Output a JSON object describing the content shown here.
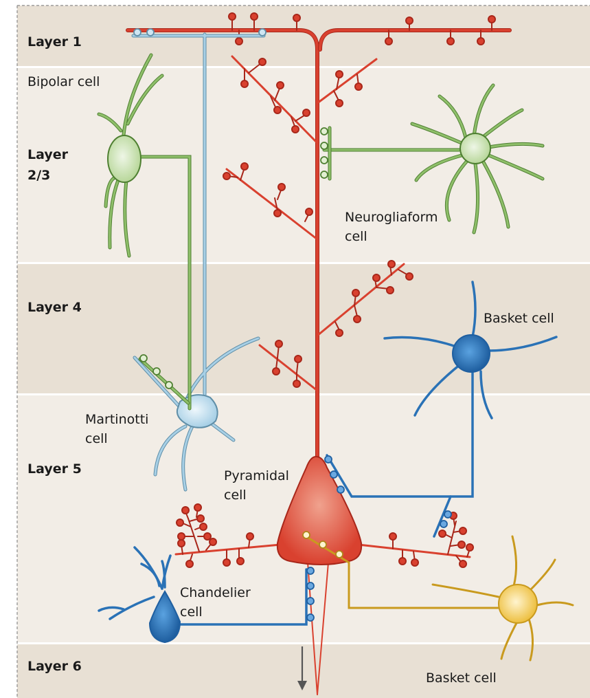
{
  "colors": {
    "band_dark": "#e8e0d4",
    "band_light": "#f2ede6",
    "pyramidal": "#d9412f",
    "pyramidal_soma_light": "#f0a28e",
    "bipolar": "#6aa148",
    "bipolar_soma": "#cfe3bb",
    "neurogliaform": "#6aa148",
    "martinotti": "#8db9cf",
    "martinotti_soma": "#cfe6f2",
    "basket_blue": "#2a72b6",
    "basket_yellow": "#edbf3f",
    "chandelier": "#2a72b6"
  },
  "layers": [
    {
      "label": "Layer 1"
    },
    {
      "label": "Layer\n2/3"
    },
    {
      "label": "Layer 4"
    },
    {
      "label": "Layer 5"
    },
    {
      "label": "Layer 6"
    }
  ],
  "cells": {
    "bipolar": "Bipolar cell",
    "neurogliaform": "Neurogliaform\ncell",
    "basket_upper": "Basket cell",
    "martinotti": "Martinotti\ncell",
    "pyramidal": "Pyramidal\ncell",
    "chandelier": "Chandelier\ncell",
    "basket_lower": "Basket cell"
  }
}
